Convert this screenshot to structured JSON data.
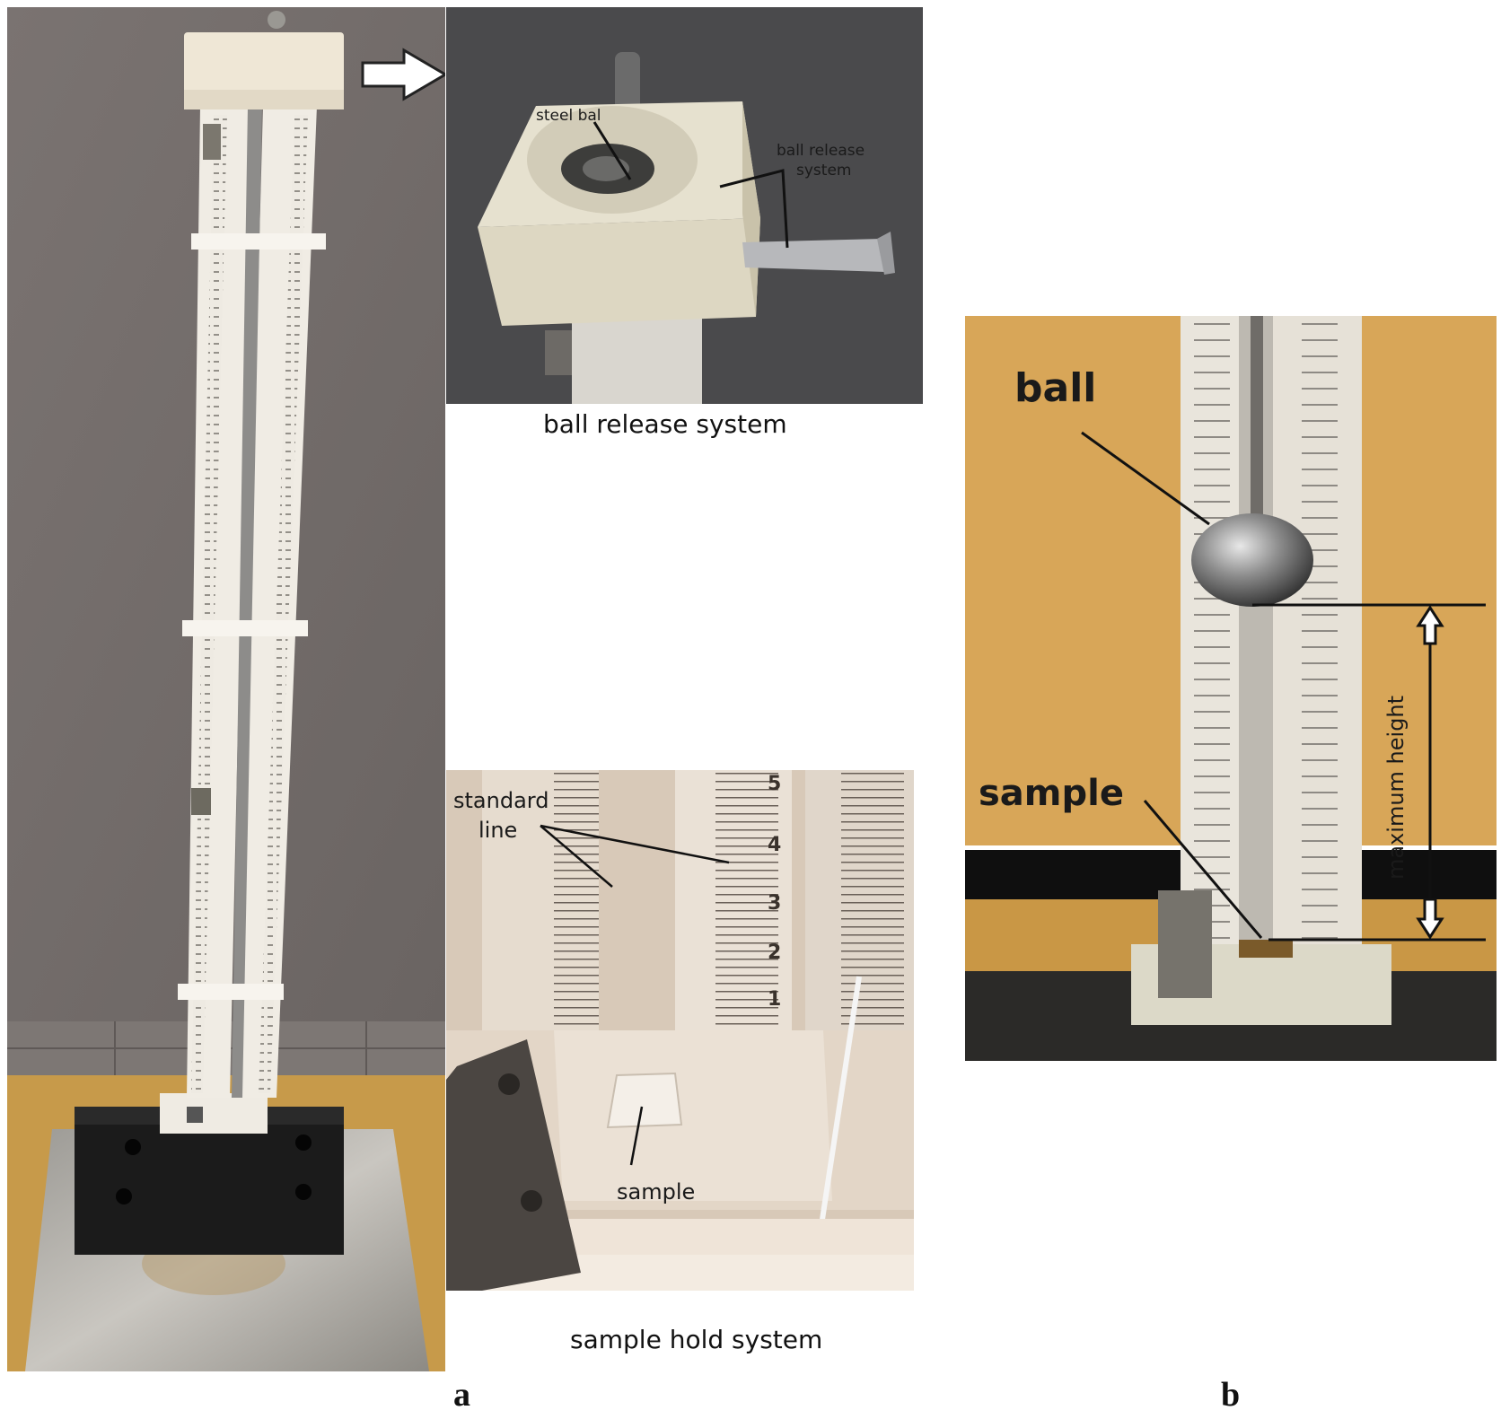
{
  "panel_a": {
    "letter": "a",
    "inset_top": {
      "caption": "ball release system",
      "label_steel_ball": "steel bal",
      "label_release_line1": "ball release",
      "label_release_line2": "system"
    },
    "inset_bottom": {
      "caption": "sample hold system",
      "label_standard_line1": "standard",
      "label_standard_line2": "line",
      "label_sample": "sample",
      "ruler_digits": [
        "5",
        "4",
        "3",
        "2",
        "1"
      ]
    }
  },
  "panel_b": {
    "letter": "b",
    "label_ball": "ball",
    "label_sample": "sample",
    "label_max_height": "maximum height"
  }
}
